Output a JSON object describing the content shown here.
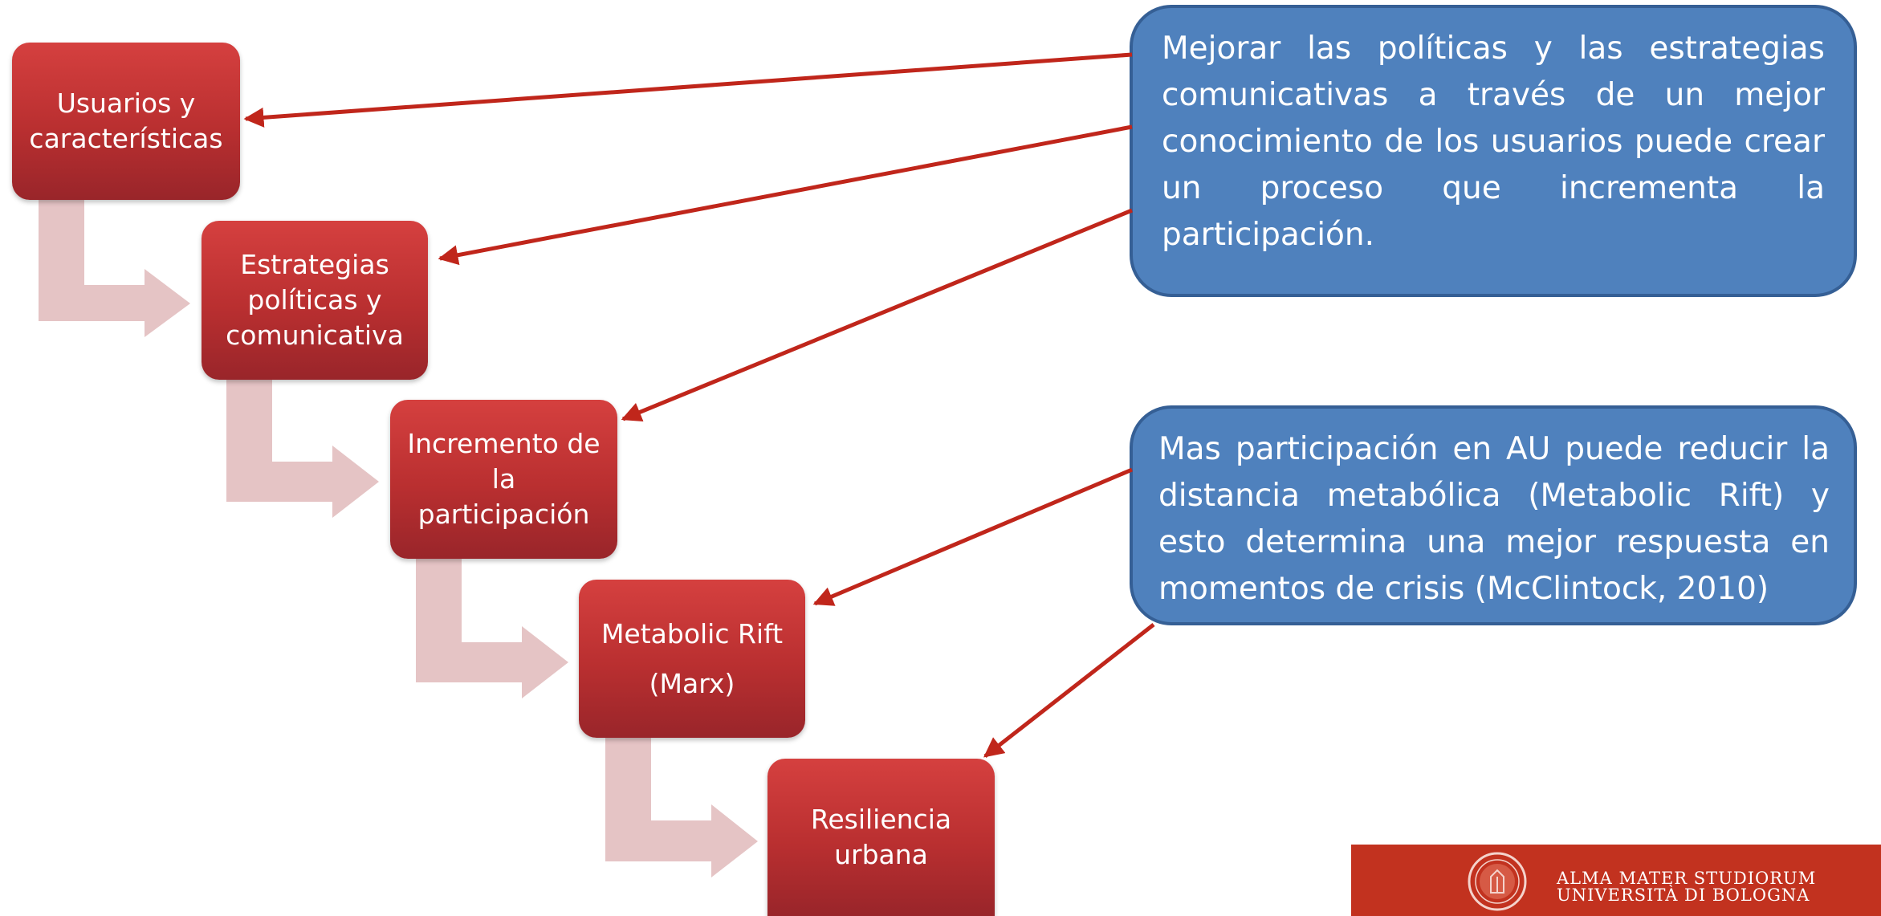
{
  "steps": [
    {
      "id": "usuarios",
      "lines": [
        "Usuarios y",
        "características"
      ]
    },
    {
      "id": "estrategias",
      "lines": [
        "Estrategias",
        "políticas y",
        "comunicativa"
      ]
    },
    {
      "id": "incremento",
      "lines": [
        "Incremento de",
        "la",
        "participación"
      ]
    },
    {
      "id": "metabolic",
      "lines": [
        "Metabolic Rift",
        "(Marx)"
      ]
    },
    {
      "id": "resiliencia",
      "lines": [
        "Resiliencia",
        "urbana"
      ]
    }
  ],
  "callouts": [
    {
      "text": "Mejorar las políticas y las estrategias comunicativas a través de un mejor conocimiento de los usuarios puede crear un proceso que incrementa la participación."
    },
    {
      "text": "Mas participación en AU puede reducir la distancia metabólica (Metabolic Rift) y esto determina una mejor respuesta en momentos de crisis (McClintock, 2010)"
    }
  ],
  "logo": {
    "line1": "ALMA MATER STUDIORUM",
    "line2": "UNIVERSITÀ DI BOLOGNA"
  },
  "colors": {
    "step_fill": "#c0393a",
    "callout_fill": "#4f81bd",
    "callout_border": "#355f95",
    "arrow": "#c0261b",
    "connector": "#e5c4c5",
    "logo_bar": "#c2321f"
  }
}
